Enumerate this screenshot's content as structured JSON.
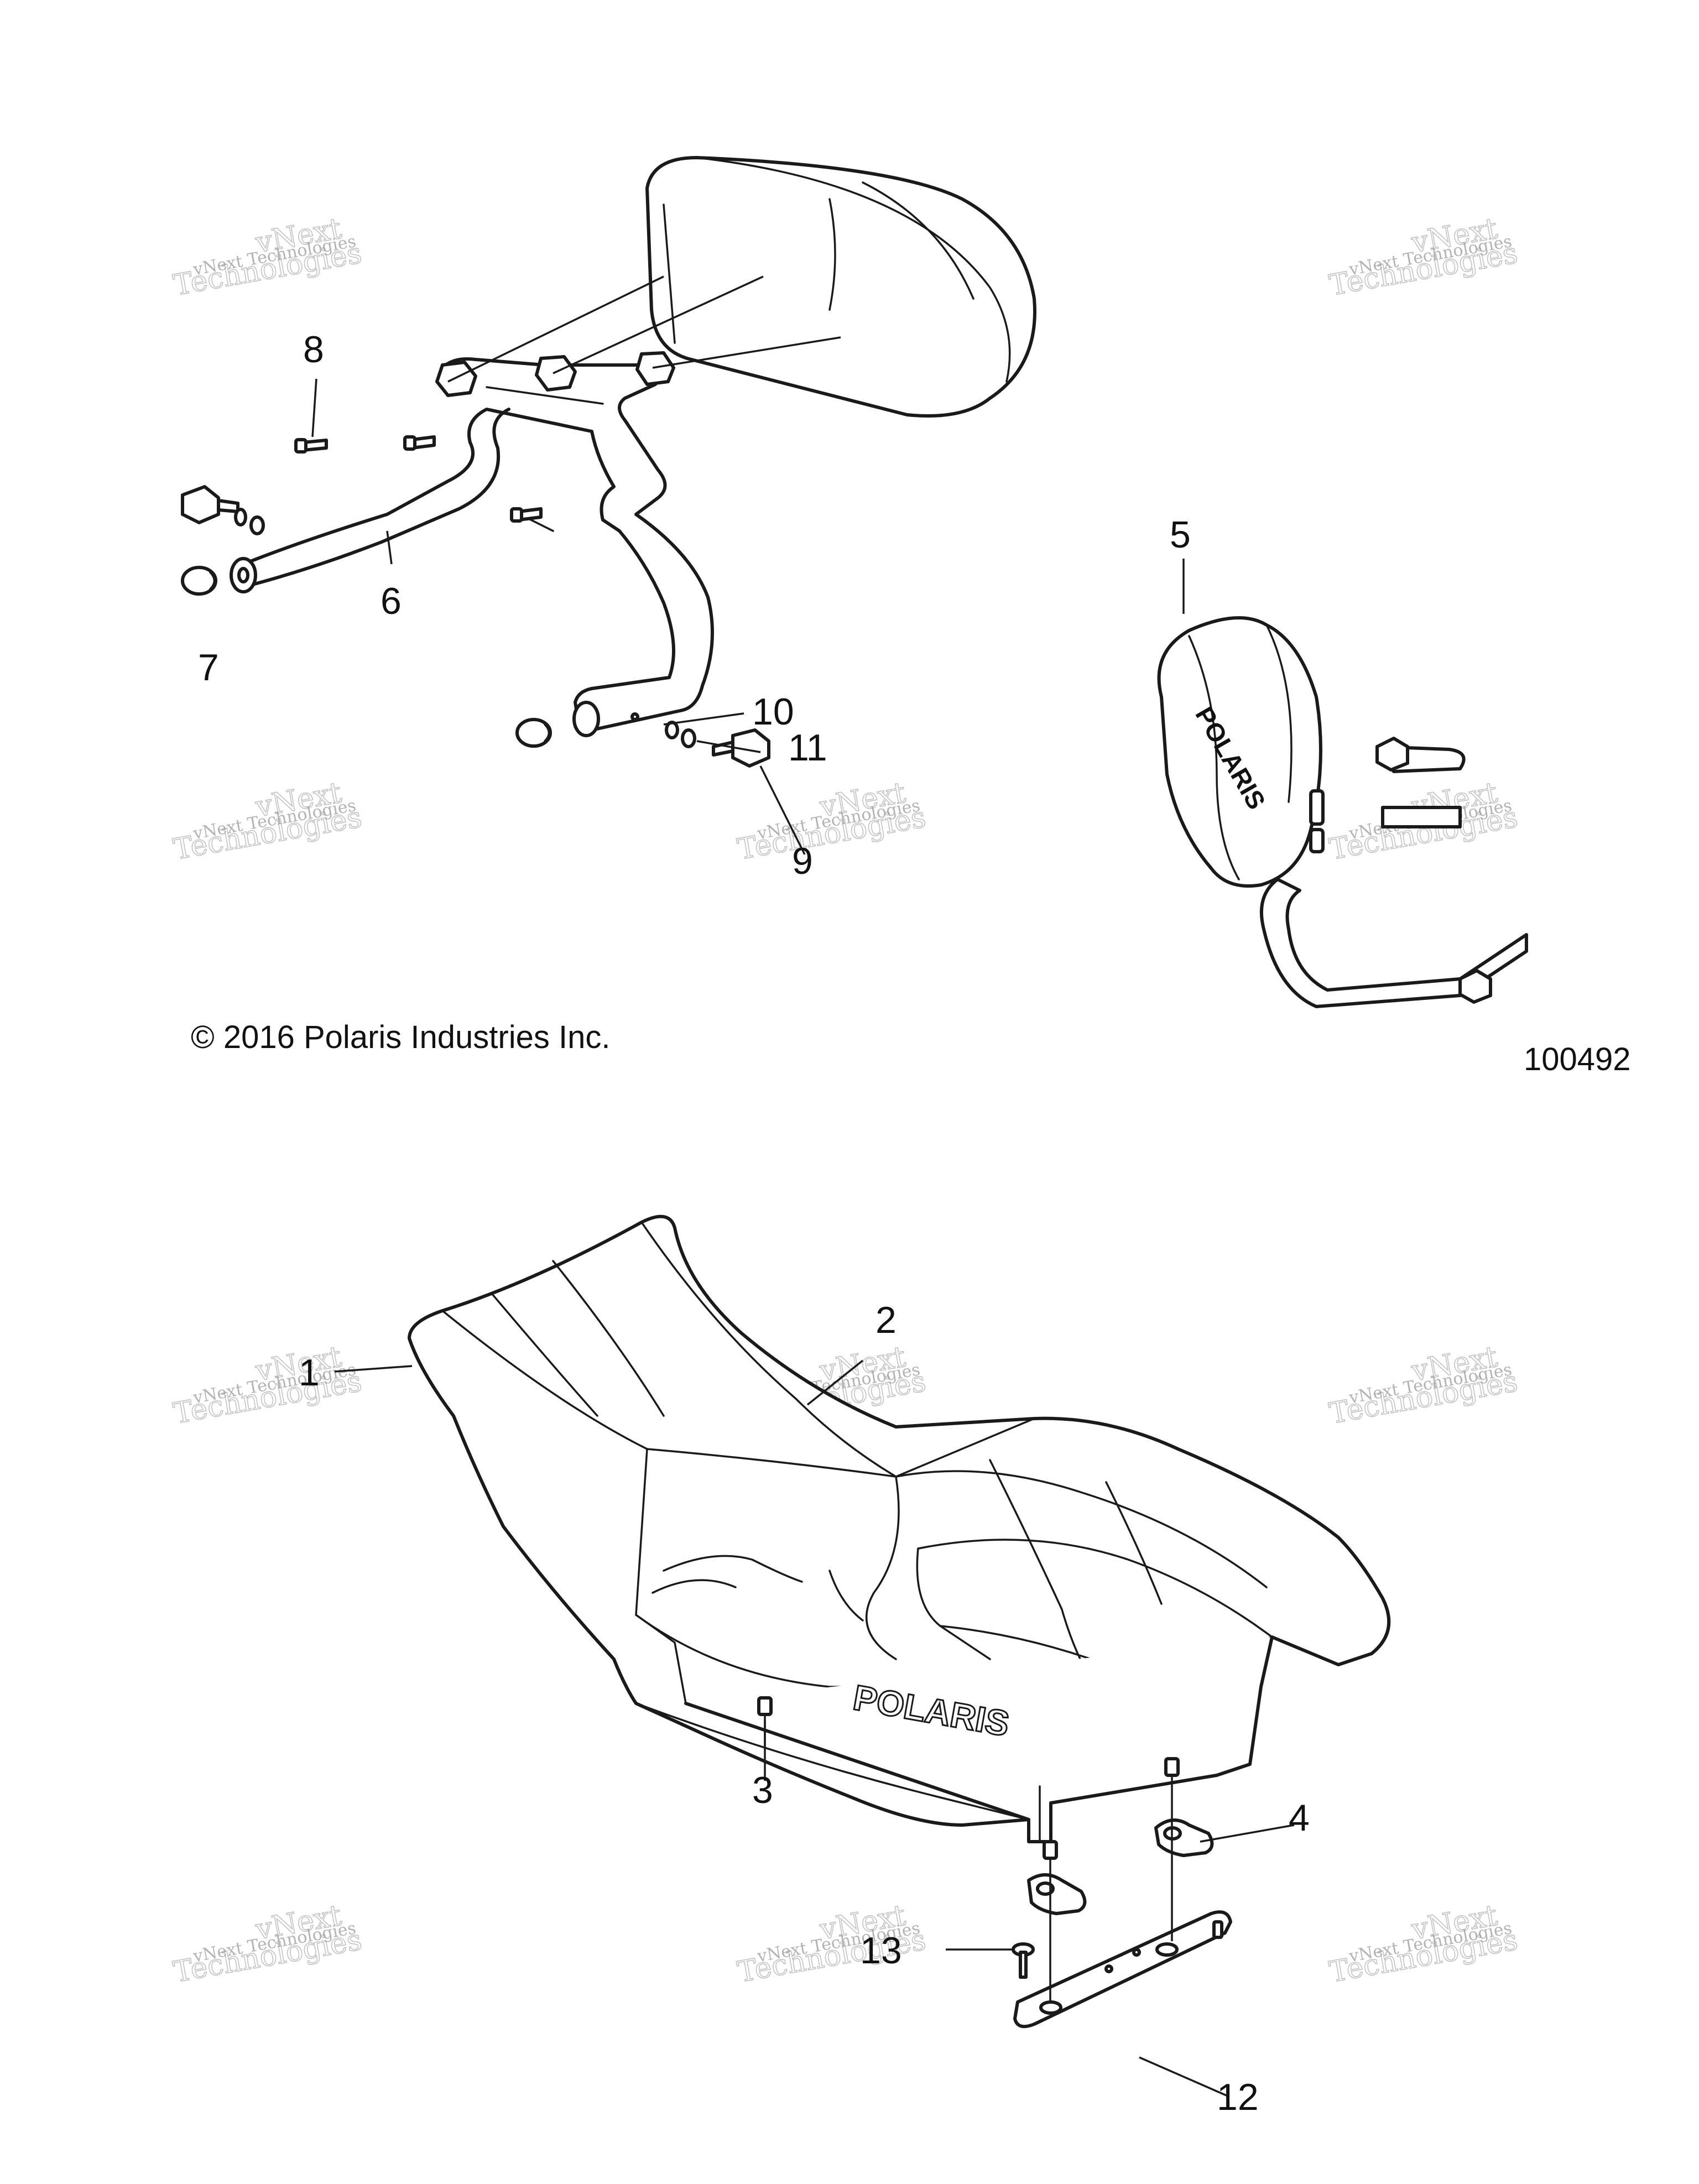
{
  "callouts": {
    "c1": "1",
    "c2": "2",
    "c3": "3",
    "c4": "4",
    "c5": "5",
    "c6": "6",
    "c7": "7",
    "c8": "8",
    "c9": "9",
    "c10": "10",
    "c11": "11",
    "c12": "12",
    "c13": "13"
  },
  "copyright": "© 2016 Polaris Industries Inc.",
  "diagram_id": "100492",
  "seat_logo": "POLARIS",
  "watermark": {
    "line1": "vNext Technologies",
    "line2": "vNext",
    "line3": "Technologies"
  }
}
